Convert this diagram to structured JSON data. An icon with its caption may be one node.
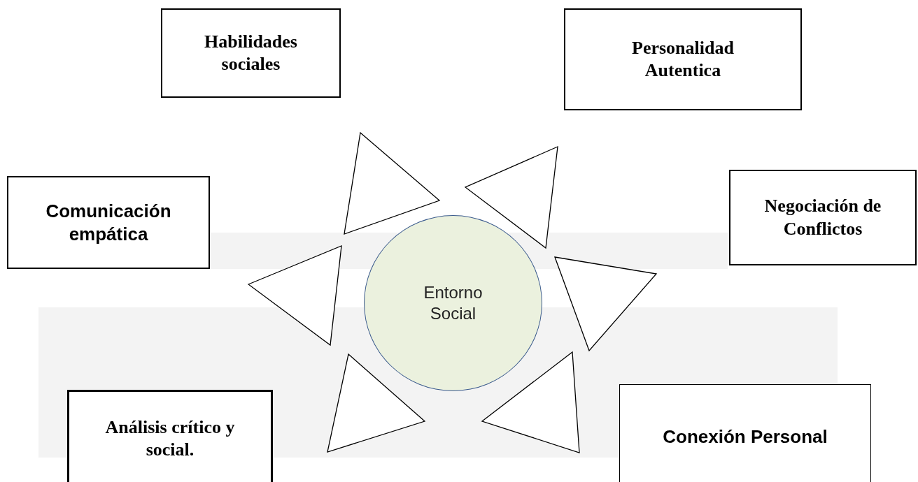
{
  "diagram": {
    "nodes": [
      {
        "text": [
          "Habilidades sociales"
        ]
      },
      {
        "text": [
          "Personalidad Autentica"
        ]
      },
      {
        "text": [
          "Comunicación empática"
        ]
      },
      {
        "text": [
          "Negociación de Conflictos"
        ]
      },
      {
        "text": [
          "Entorno Social"
        ]
      },
      {
        "text": [
          "Análisis crítico y social."
        ]
      },
      {
        "text": [
          "Conexión Personal"
        ]
      },
      {
        "text": [],
        "shape": "triangle"
      },
      {
        "text": [],
        "shape": "triangle"
      },
      {
        "text": [],
        "shape": "triangle"
      },
      {
        "text": [],
        "shape": "triangle"
      },
      {
        "text": [],
        "shape": "triangle"
      },
      {
        "text": [],
        "shape": "triangle"
      }
    ]
  }
}
